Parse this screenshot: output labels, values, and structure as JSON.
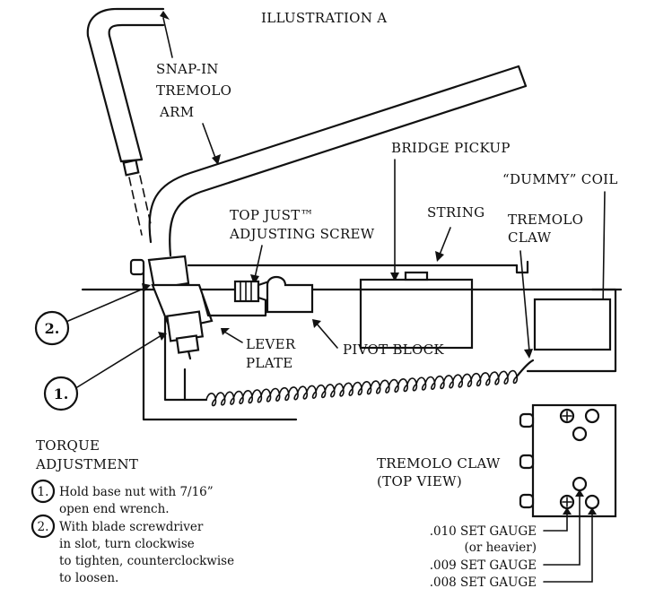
{
  "title": "ILLUSTRATION A",
  "labels": {
    "arm": [
      "SNAP-IN",
      "TREMOLO",
      "ARM"
    ],
    "bridge_pickup": "BRIDGE PICKUP",
    "dummy_coil": "“DUMMY” COIL",
    "top_just": [
      "TOP JUST™",
      "ADJUSTING SCREW"
    ],
    "string": "STRING",
    "tremolo_claw": [
      "TREMOLO",
      "CLAW"
    ],
    "lever_plate": [
      "LEVER",
      "PLATE"
    ],
    "pivot_block": "PIVOT BLOCK",
    "claw_top_view": [
      "TREMOLO CLAW",
      "(TOP VIEW)"
    ]
  },
  "markers": [
    "2.",
    "1."
  ],
  "torque": {
    "heading": [
      "TORQUE",
      "ADJUSTMENT"
    ],
    "steps": [
      {
        "num": "1.",
        "lines": [
          "Hold base nut with 7/16”",
          "open end wrench."
        ]
      },
      {
        "num": "2.",
        "lines": [
          "With blade screwdriver",
          "in slot, turn clockwise",
          "to tighten, counterclockwise",
          "to loosen."
        ]
      }
    ]
  },
  "gauges": [
    ".010 SET GAUGE",
    "(or heavier)",
    ".009 SET GAUGE",
    ".008 SET GAUGE"
  ]
}
